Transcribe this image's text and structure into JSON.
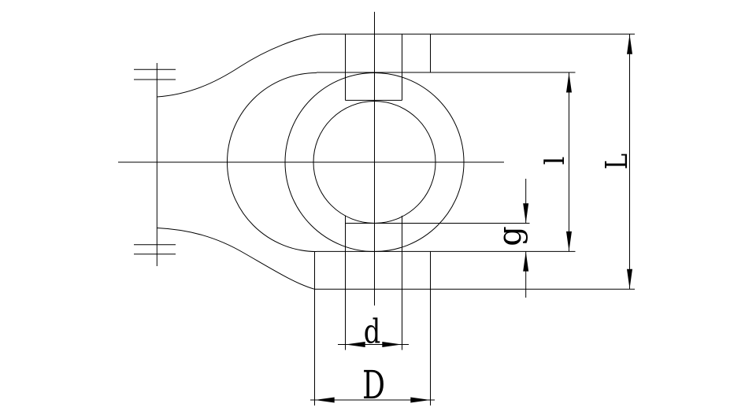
{
  "drawing": {
    "background_color": "#ffffff",
    "line_color": "#000000",
    "dimension_labels": {
      "overall_height": "L",
      "inner_height": "l",
      "boss_gap": "g",
      "pin_diameter": "d",
      "flange_diameter": "D"
    }
  }
}
